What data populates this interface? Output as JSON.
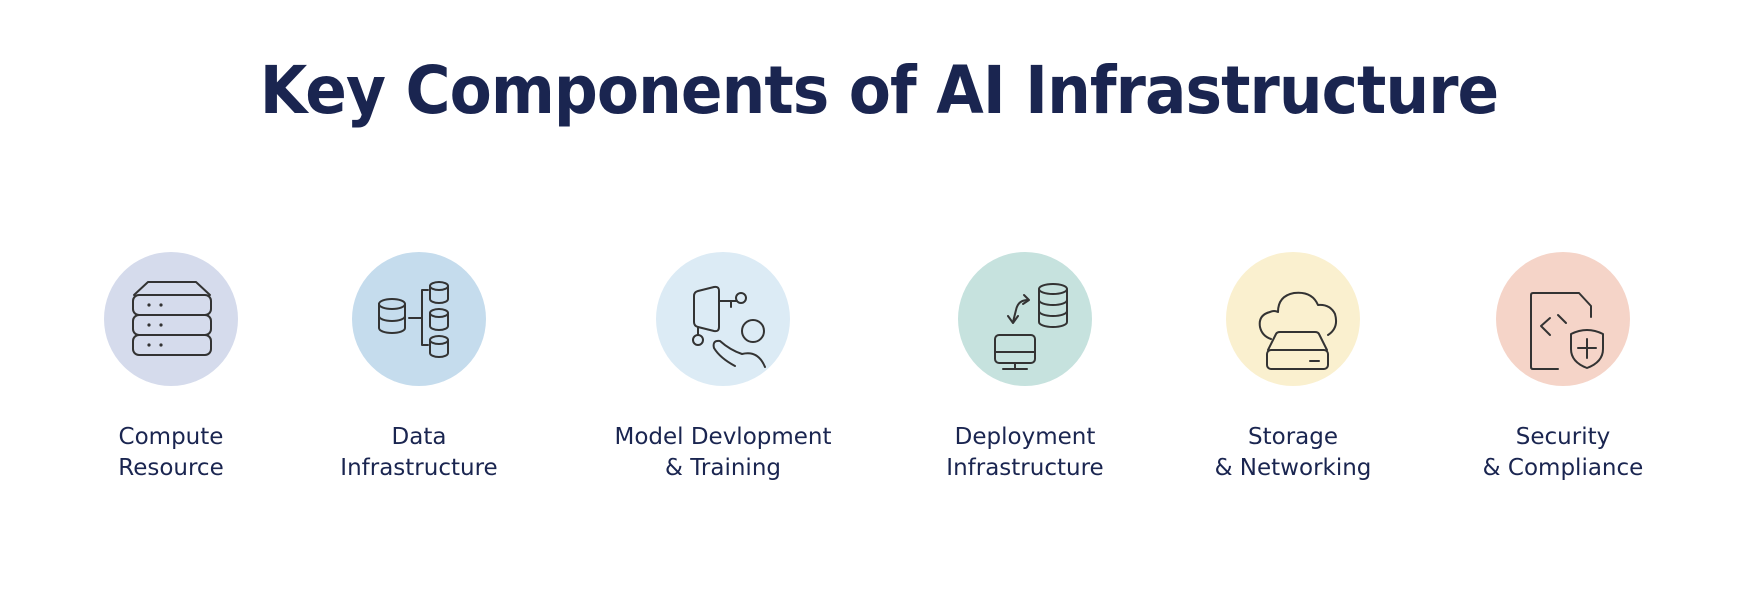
{
  "title": "Key Components of AI Infrastructure",
  "components": [
    {
      "icon": "server-stack-icon",
      "color": "#d5dbec",
      "line1": "Compute",
      "line2": "Resource"
    },
    {
      "icon": "database-hierarchy-icon",
      "color": "#c5dced",
      "line1": "Data",
      "line2": "Infrastructure"
    },
    {
      "icon": "model-training-icon",
      "color": "#dcebf5",
      "line1": "Model Devlopment",
      "line2": "& Training"
    },
    {
      "icon": "deployment-sync-icon",
      "color": "#c6e2de",
      "line1": "Deployment",
      "line2": "Infrastructure"
    },
    {
      "icon": "cloud-storage-icon",
      "color": "#faf0cf",
      "line1": "Storage",
      "line2": "& Networking"
    },
    {
      "icon": "secure-code-file-icon",
      "color": "#f5d4c8",
      "line1": "Security",
      "line2": "& Compliance"
    }
  ]
}
